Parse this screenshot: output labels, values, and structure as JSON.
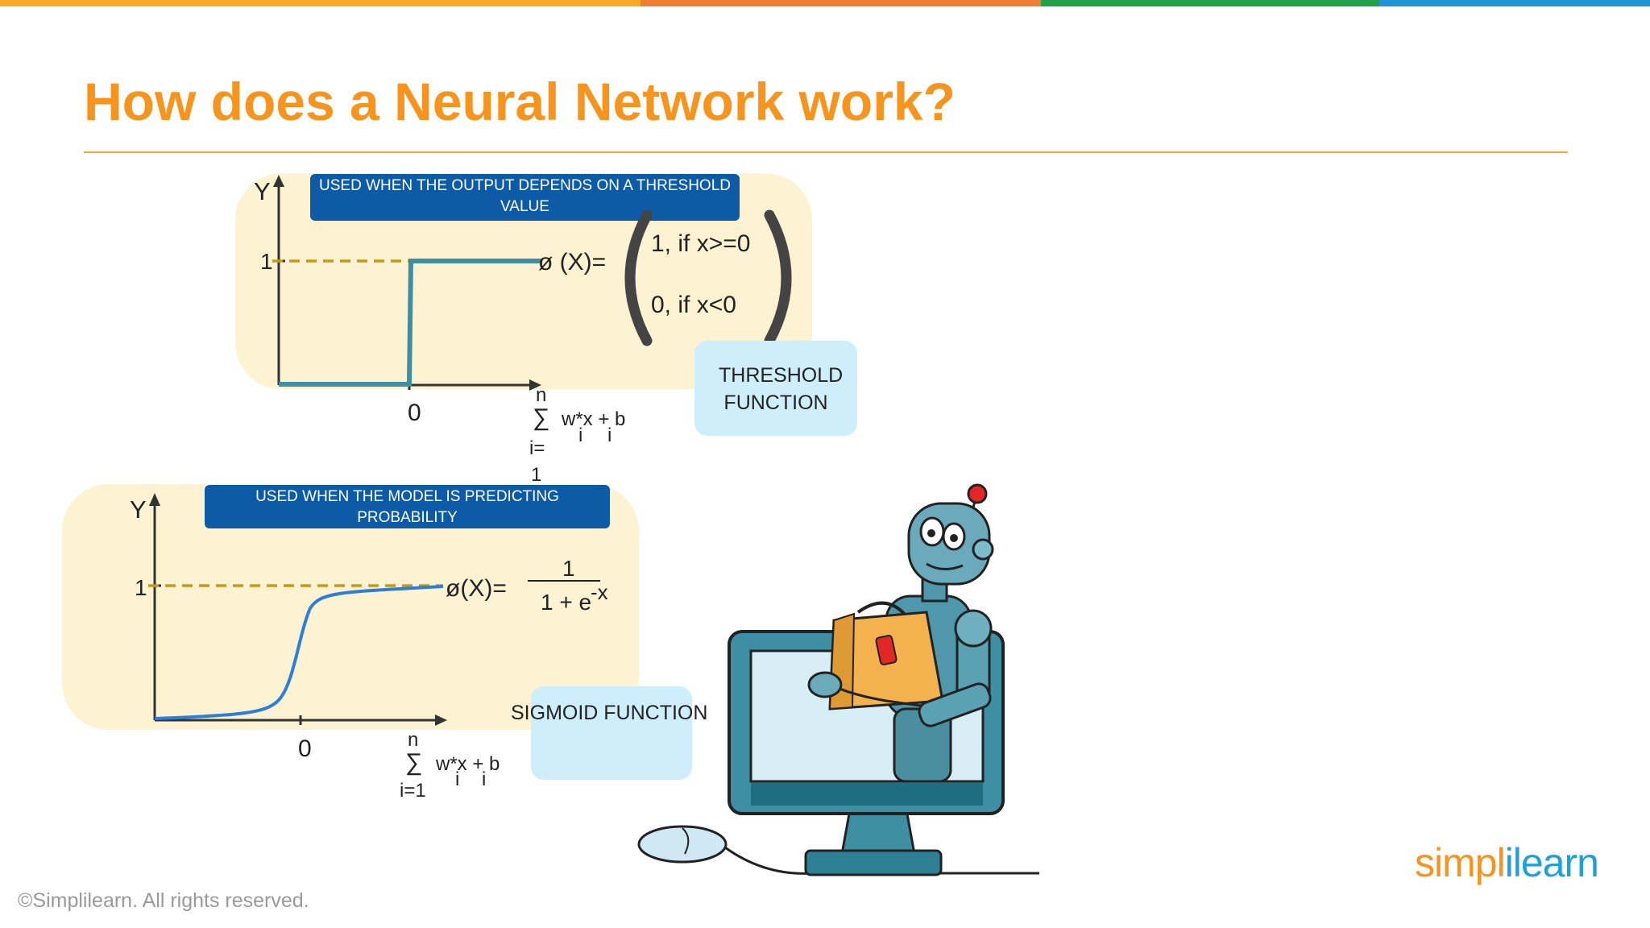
{
  "colors": {
    "title": "#F7941D",
    "rule": "#F7A833",
    "top_bar": [
      "#F7A824",
      "#EE7D31",
      "#1FA24A",
      "#1F95D6"
    ],
    "banner": "#0D5AA7",
    "panel": "#FDF2D2",
    "callout": "#CFEEFB",
    "curve": "#3E8FA3",
    "sigmoid": "#2B7FD8",
    "dash": "#C49A1A",
    "logo_orange": "#F7941D",
    "logo_blue": "#1FA0DB"
  },
  "slide": {
    "title": "How does a Neural Network work?",
    "footer": "©Simplilearn. All rights reserved."
  },
  "threshold": {
    "banner": "USED WHEN THE OUTPUT DEPENDS ON A THRESHOLD VALUE",
    "y_axis": "Y",
    "one": "1",
    "zero": "0",
    "phi": "ø (X)=",
    "case1": "1, if x>=0",
    "case2": "0, if x<0",
    "callout": "THRESHOLD FUNCTION",
    "sum_top": "n",
    "sum_sign": "∑",
    "sum_expr": "w*x + b",
    "sub_i1": "i",
    "sub_i2": "i",
    "sum_bottom": "i=",
    "sum_bottom2": "1"
  },
  "sigmoid": {
    "banner": "USED WHEN THE MODEL IS PREDICTING PROBABILITY",
    "y_axis": "Y",
    "one": "1",
    "zero": "0",
    "phi": "ø(X)=",
    "numerator": "1",
    "denominator": "1 + e",
    "exponent": "-x",
    "callout": "SIGMOID FUNCTION",
    "sum_top": "n",
    "sum_sign": "∑",
    "sum_expr": "w*x + b",
    "sub_i1": "i",
    "sub_i2": "i",
    "sum_bottom": "i=1"
  },
  "logo": {
    "part1": "simpl",
    "part2": "i",
    "part3": "learn"
  }
}
